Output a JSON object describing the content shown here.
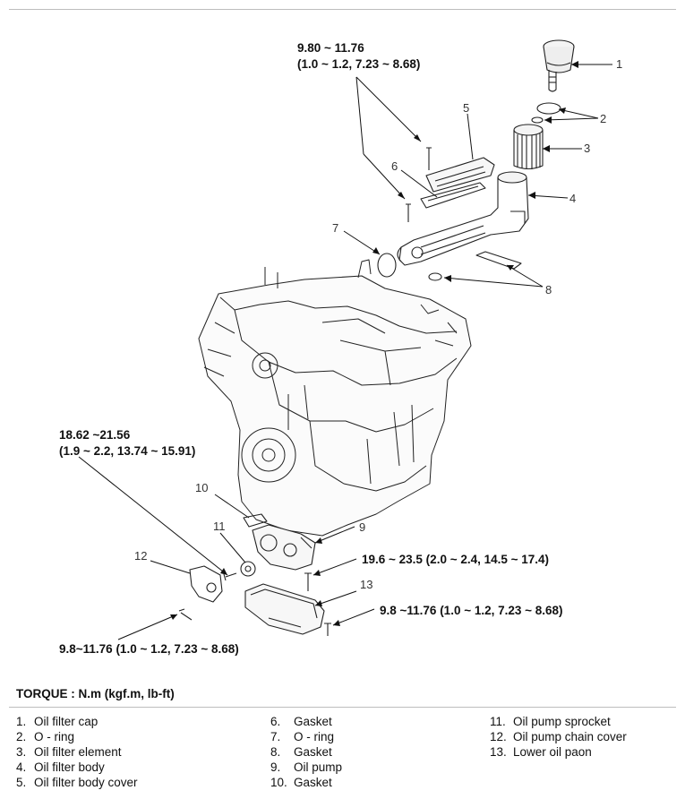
{
  "torque_specs": {
    "oil_filter_body_cover_bolt": [
      "9.80 ~ 11.76",
      "(1.0 ~ 1.2, 7.23 ~ 8.68)"
    ],
    "chain_cover_bolt": [
      "18.62 ~21.56",
      "(1.9 ~ 2.2, 13.74 ~ 15.91)"
    ],
    "oil_pump_bolt": "19.6 ~ 23.5 (2.0 ~ 2.4, 14.5 ~ 17.4)",
    "lower_oil_pan_bolt": "9.8 ~11.76 (1.0 ~ 1.2, 7.23 ~ 8.68)",
    "front_bolt": "9.8~11.76 (1.0 ~ 1.2, 7.23 ~ 8.68)"
  },
  "callout_numbers": [
    "1",
    "2",
    "3",
    "4",
    "5",
    "6",
    "7",
    "8",
    "9",
    "10",
    "11",
    "12",
    "13"
  ],
  "torque_unit_label": "TORQUE : N.m (kgf.m, lb-ft)",
  "legend": {
    "col1": [
      {
        "num": "1.",
        "text": "Oil filter cap"
      },
      {
        "num": "2.",
        "text": "O - ring"
      },
      {
        "num": "3.",
        "text": "Oil filter element"
      },
      {
        "num": "4.",
        "text": "Oil filter body"
      },
      {
        "num": "5.",
        "text": "Oil filter body cover"
      }
    ],
    "col2": [
      {
        "num": "6.",
        "text": "Gasket"
      },
      {
        "num": "7.",
        "text": "O - ring"
      },
      {
        "num": "8.",
        "text": "Gasket"
      },
      {
        "num": "9.",
        "text": "Oil pump"
      },
      {
        "num": "10.",
        "text": "Gasket"
      }
    ],
    "col3": [
      {
        "num": "11.",
        "text": "Oil pump sprocket"
      },
      {
        "num": "12.",
        "text": "Oil pump chain cover"
      },
      {
        "num": "13.",
        "text": "Lower oil paon"
      }
    ]
  }
}
